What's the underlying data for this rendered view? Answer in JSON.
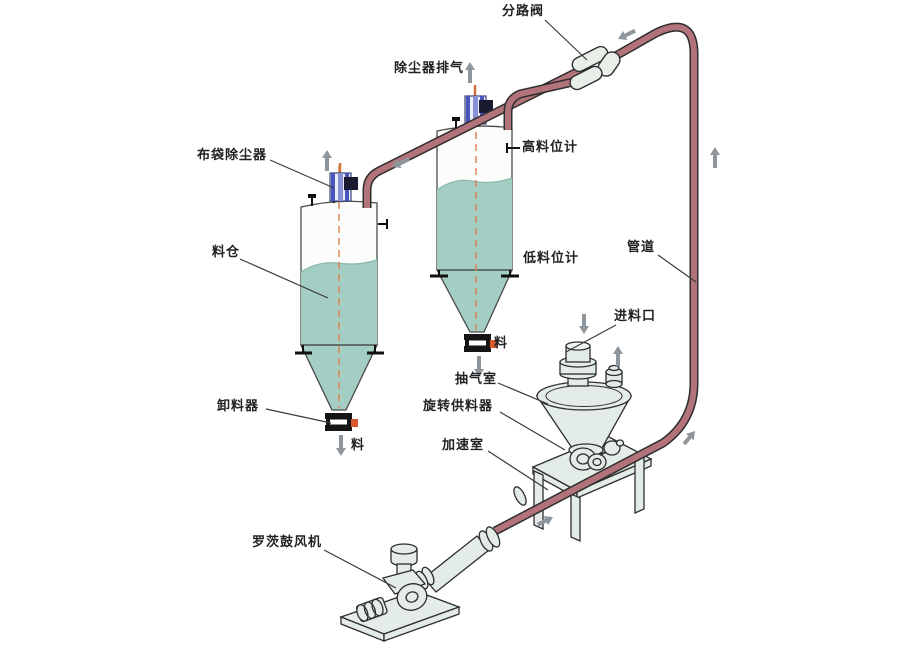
{
  "labels": {
    "diverter_valve": "分路阀",
    "dust_exhaust": "除尘器排气",
    "bag_dust_collector": "布袋除尘器",
    "high_level_gauge": "高料位计",
    "silo": "料仓",
    "low_level_gauge": "低料位计",
    "pipeline": "管道",
    "feed_inlet": "进料口",
    "suction_chamber": "抽气室",
    "rotary_feeder": "旋转供料器",
    "acceleration_chamber": "加速室",
    "discharger": "卸料器",
    "material_left": "料",
    "material_right": "料",
    "roots_blower": "罗茨鼓风机"
  },
  "colors": {
    "pipe_fill": "#b2737a",
    "pipe_outline": "#2e2e2e",
    "material_teal": "#a4cec3",
    "equipment_pale": "#e3ece6",
    "filter_blue": "#8890d8",
    "filter_blue_dark": "#4a55be",
    "centerline_orange": "#dd8049",
    "accent_orange": "#d9582e",
    "arrow_gray": "#8e969c",
    "text": "#222222",
    "background": "#ffffff"
  }
}
